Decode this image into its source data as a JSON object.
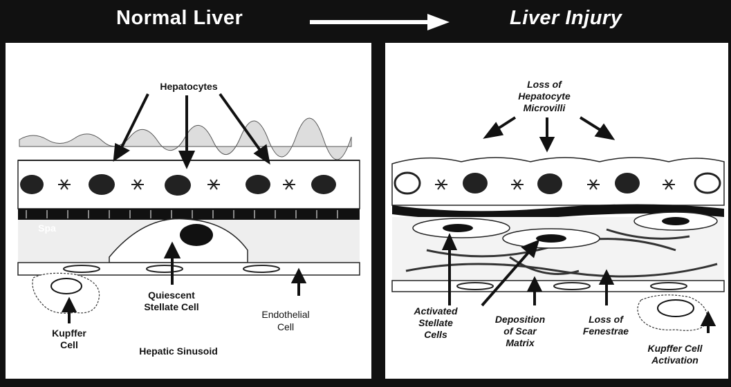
{
  "header": {
    "left_title": "Normal Liver",
    "right_title": "Liver Injury"
  },
  "left_panel": {
    "labels": {
      "hepatocytes": "Hepatocytes",
      "space": "Spa",
      "quiescent_line1": "Quiescent",
      "quiescent_line2": "Stellate Cell",
      "endothelial_line1": "Endothelial",
      "endothelial_line2": "Cell",
      "kupffer_line1": "Kupffer",
      "kupffer_line2": "Cell",
      "sinusoid": "Hepatic Sinusoid"
    }
  },
  "right_panel": {
    "labels": {
      "loss_microvilli_line1": "Loss of",
      "loss_microvilli_line2": "Hepatocyte",
      "loss_microvilli_line3": "Microvilli",
      "activated_line1": "Activated",
      "activated_line2": "Stellate",
      "activated_line3": "Cells",
      "deposition_line1": "Deposition",
      "deposition_line2": "of Scar",
      "deposition_line3": "Matrix",
      "fenestrae_line1": "Loss of",
      "fenestrae_line2": "Fenestrae",
      "kupffer_act_line1": "Kupffer Cell",
      "kupffer_act_line2": "Activation"
    }
  }
}
